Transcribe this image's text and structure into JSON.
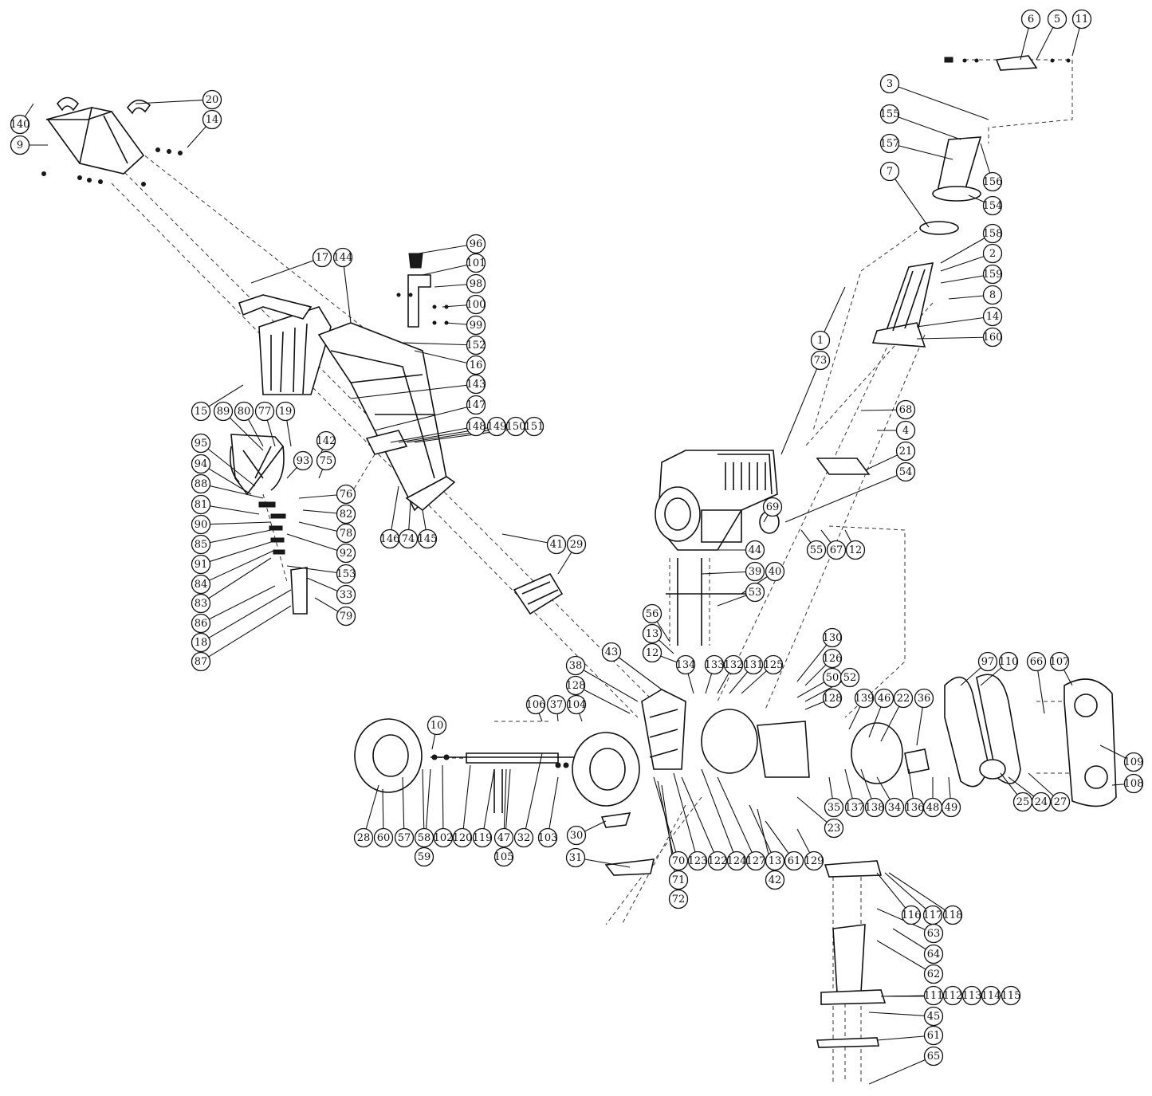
{
  "callouts": [
    "6",
    "5",
    "11",
    "3",
    "155",
    "157",
    "156",
    "154",
    "7",
    "158",
    "2",
    "159",
    "8",
    "14",
    "160",
    "1",
    "73",
    "68",
    "4",
    "21",
    "54",
    "69",
    "55",
    "67",
    "12",
    "44",
    "39",
    "40",
    "53",
    "140",
    "9",
    "20",
    "14",
    "17",
    "144",
    "96",
    "101",
    "98",
    "100",
    "99",
    "152",
    "16",
    "15",
    "89",
    "80",
    "77",
    "19",
    "143",
    "147",
    "148",
    "149",
    "150",
    "151",
    "142",
    "93",
    "75",
    "95",
    "94",
    "88",
    "81",
    "90",
    "85",
    "91",
    "84",
    "83",
    "86",
    "18",
    "87",
    "76",
    "82",
    "78",
    "92",
    "153",
    "33",
    "79",
    "146",
    "74",
    "145",
    "41",
    "29",
    "56",
    "13",
    "12",
    "134",
    "133",
    "132",
    "131",
    "125",
    "130",
    "126",
    "50",
    "52",
    "128",
    "43",
    "38",
    "128",
    "106",
    "37",
    "104",
    "10",
    "97",
    "110",
    "66",
    "107",
    "139",
    "46",
    "22",
    "36",
    "109",
    "108",
    "25",
    "24",
    "27",
    "35",
    "137",
    "138",
    "34",
    "136",
    "48",
    "49",
    "23",
    "28",
    "60",
    "57",
    "58",
    "59",
    "102",
    "120",
    "119",
    "47",
    "105",
    "32",
    "103",
    "30",
    "31",
    "70",
    "71",
    "72",
    "123",
    "122",
    "124",
    "127",
    "13",
    "42",
    "61",
    "129",
    "116",
    "117",
    "118",
    "63",
    "64",
    "62",
    "111",
    "112",
    "113",
    "114",
    "115",
    "45",
    "61",
    "65"
  ]
}
